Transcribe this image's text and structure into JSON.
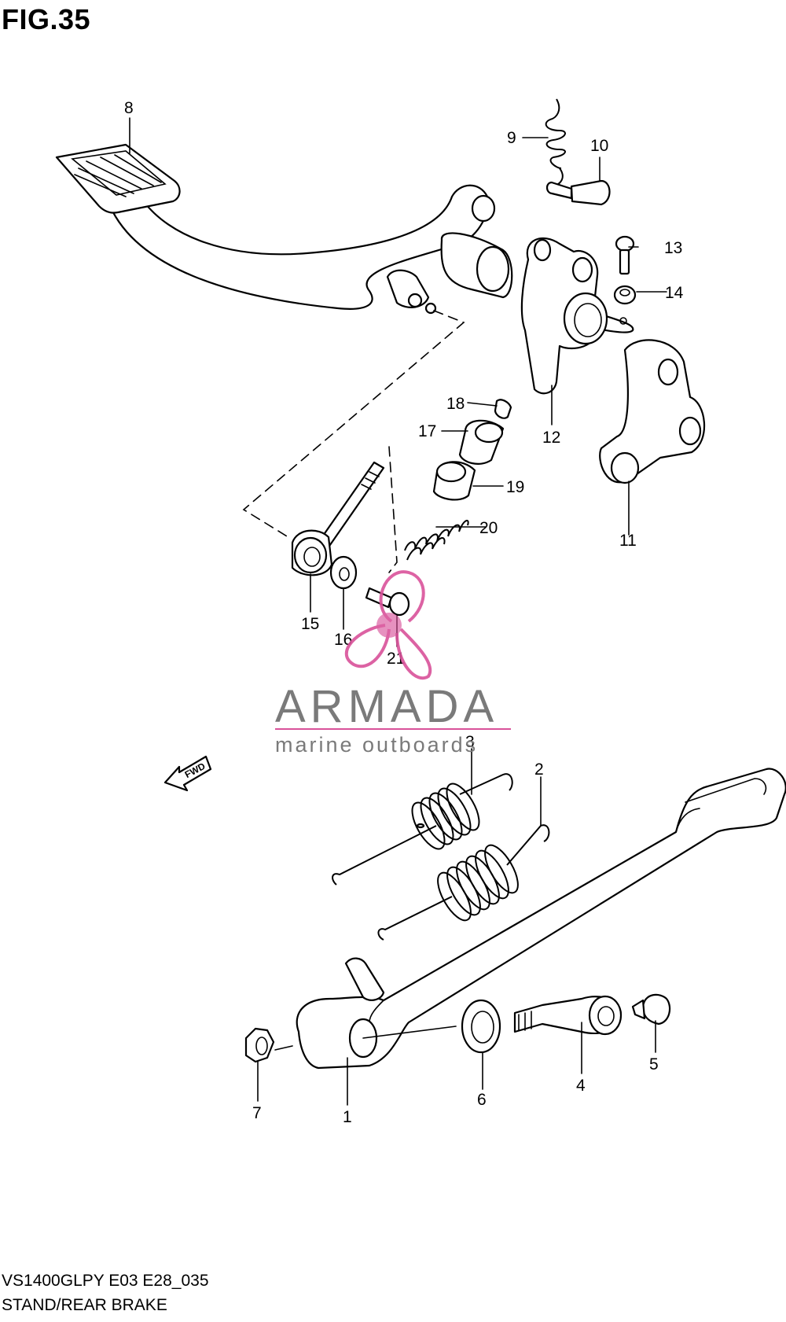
{
  "figure": {
    "title": "FIG.35"
  },
  "footer": {
    "model_code": "VS1400GLPY E03 E28_035",
    "section_name": "STAND/REAR BRAKE"
  },
  "watermark": {
    "brand": "ARMADA",
    "tagline": "marine outboards",
    "logo_color": "#d9529a",
    "text_color": "#7a7a7a"
  },
  "arrow": {
    "label": "FWD"
  },
  "callouts": [
    "8",
    "9",
    "10",
    "13",
    "14",
    "12",
    "11",
    "18",
    "17",
    "19",
    "20",
    "15",
    "16",
    "21",
    "3",
    "2",
    "1",
    "6",
    "4",
    "5",
    "7"
  ]
}
